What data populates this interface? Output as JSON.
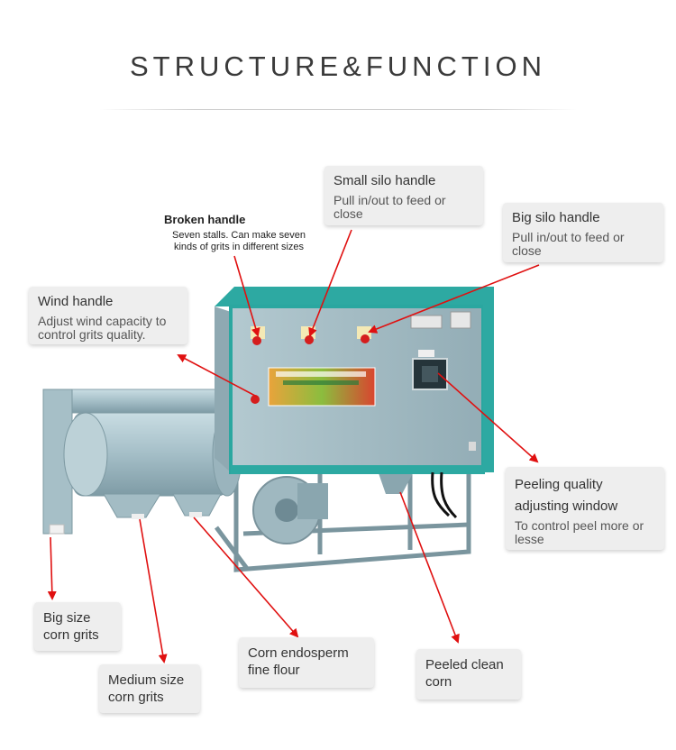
{
  "title": "STRUCTURE&FUNCTION",
  "callouts": {
    "small_silo": {
      "head": "Small silo handle",
      "desc": "Pull in/out to feed or close"
    },
    "big_silo": {
      "head": "Big silo handle",
      "desc": "Pull in/out to feed or close"
    },
    "broken": {
      "head": "Broken handle",
      "desc": "Seven stalls. Can make seven kinds of grits in different sizes"
    },
    "wind": {
      "head": "Wind handle",
      "desc": "Adjust wind capacity to control grits quality."
    },
    "peeling": {
      "head": "Peeling quality adjusting window",
      "desc": "To control peel more or lesse"
    },
    "big_size": {
      "head": "Big size corn grits"
    },
    "medium_size": {
      "head": "Medium size corn grits"
    },
    "corn_endosperm": {
      "head": "Corn endosperm fine flour"
    },
    "peeled_clean": {
      "head": "Peeled clean corn"
    }
  },
  "colors": {
    "arrow": "#e01010",
    "machine": "#a9c3cc",
    "frame": "#2aa7a0",
    "box_bg": "#eeeeee"
  }
}
